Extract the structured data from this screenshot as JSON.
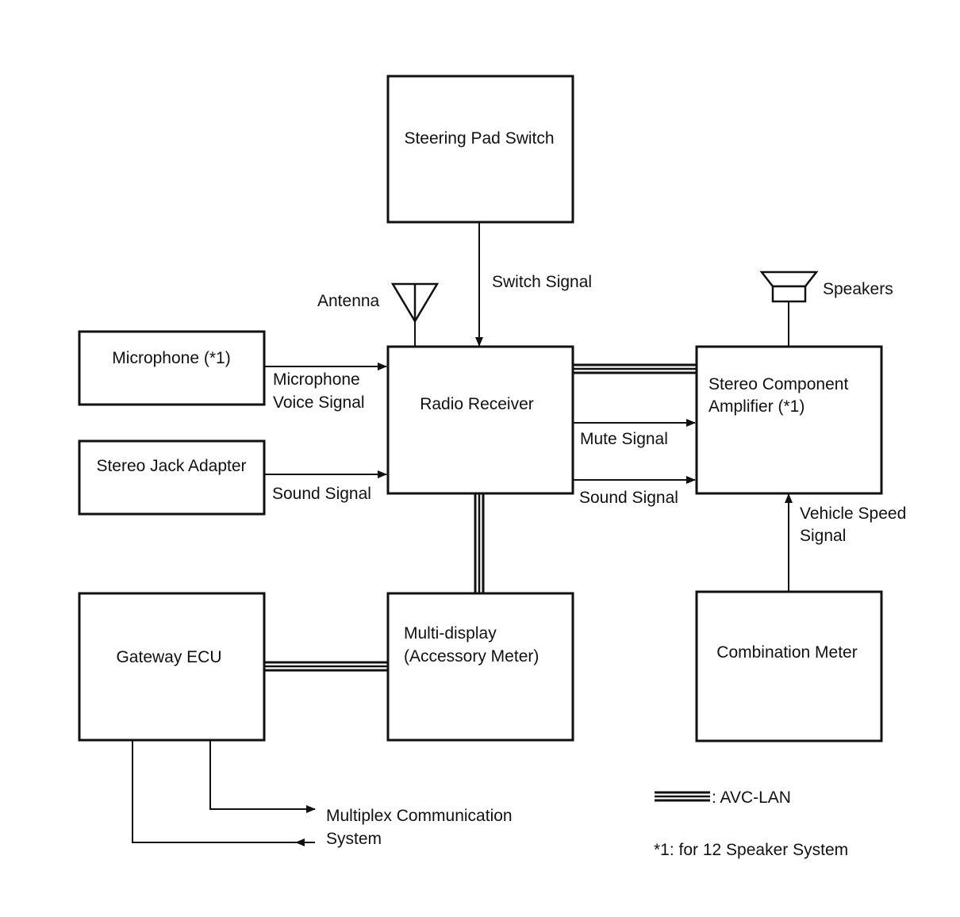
{
  "blocks": {
    "steering_pad_switch": "Steering Pad Switch",
    "microphone": "Microphone (*1)",
    "stereo_jack_adapter": "Stereo Jack Adapter",
    "radio_receiver": "Radio Receiver",
    "stereo_amp_line1": "Stereo Component",
    "stereo_amp_line2": "Amplifier (*1)",
    "gateway_ecu": "Gateway ECU",
    "multi_display_line1": "Multi-display",
    "multi_display_line2": "(Accessory Meter)",
    "combination_meter": "Combination Meter"
  },
  "labels": {
    "antenna": "Antenna",
    "speakers": "Speakers",
    "switch_signal": "Switch Signal",
    "mic_voice_line1": "Microphone",
    "mic_voice_line2": "Voice Signal",
    "sound_signal_in": "Sound Signal",
    "mute_signal": "Mute Signal",
    "sound_signal_out": "Sound Signal",
    "vehicle_speed_line1": "Vehicle Speed",
    "vehicle_speed_line2": "Signal",
    "multiplex_line1": "Multiplex Communication",
    "multiplex_line2": "System"
  },
  "legend": {
    "avc_lan": ": AVC-LAN",
    "footnote": "*1: for 12 Speaker System"
  }
}
